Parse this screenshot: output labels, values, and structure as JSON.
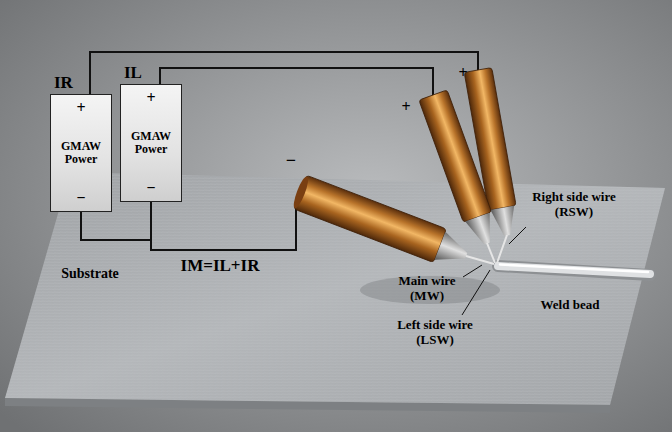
{
  "diagram": {
    "nodes": [
      {
        "text": [
          "IR",
          "+",
          "GMAW Power",
          "−"
        ]
      },
      {
        "text": [
          "IL",
          "+",
          "GMAW Power",
          "−"
        ]
      }
    ],
    "labels": [
      "+",
      "+",
      "−",
      "IM=IL+IR",
      "Substrate",
      "Right side wire (RSW)",
      "Main wire (MW)",
      "Left side wire (LSW)",
      "Weld bead"
    ]
  }
}
